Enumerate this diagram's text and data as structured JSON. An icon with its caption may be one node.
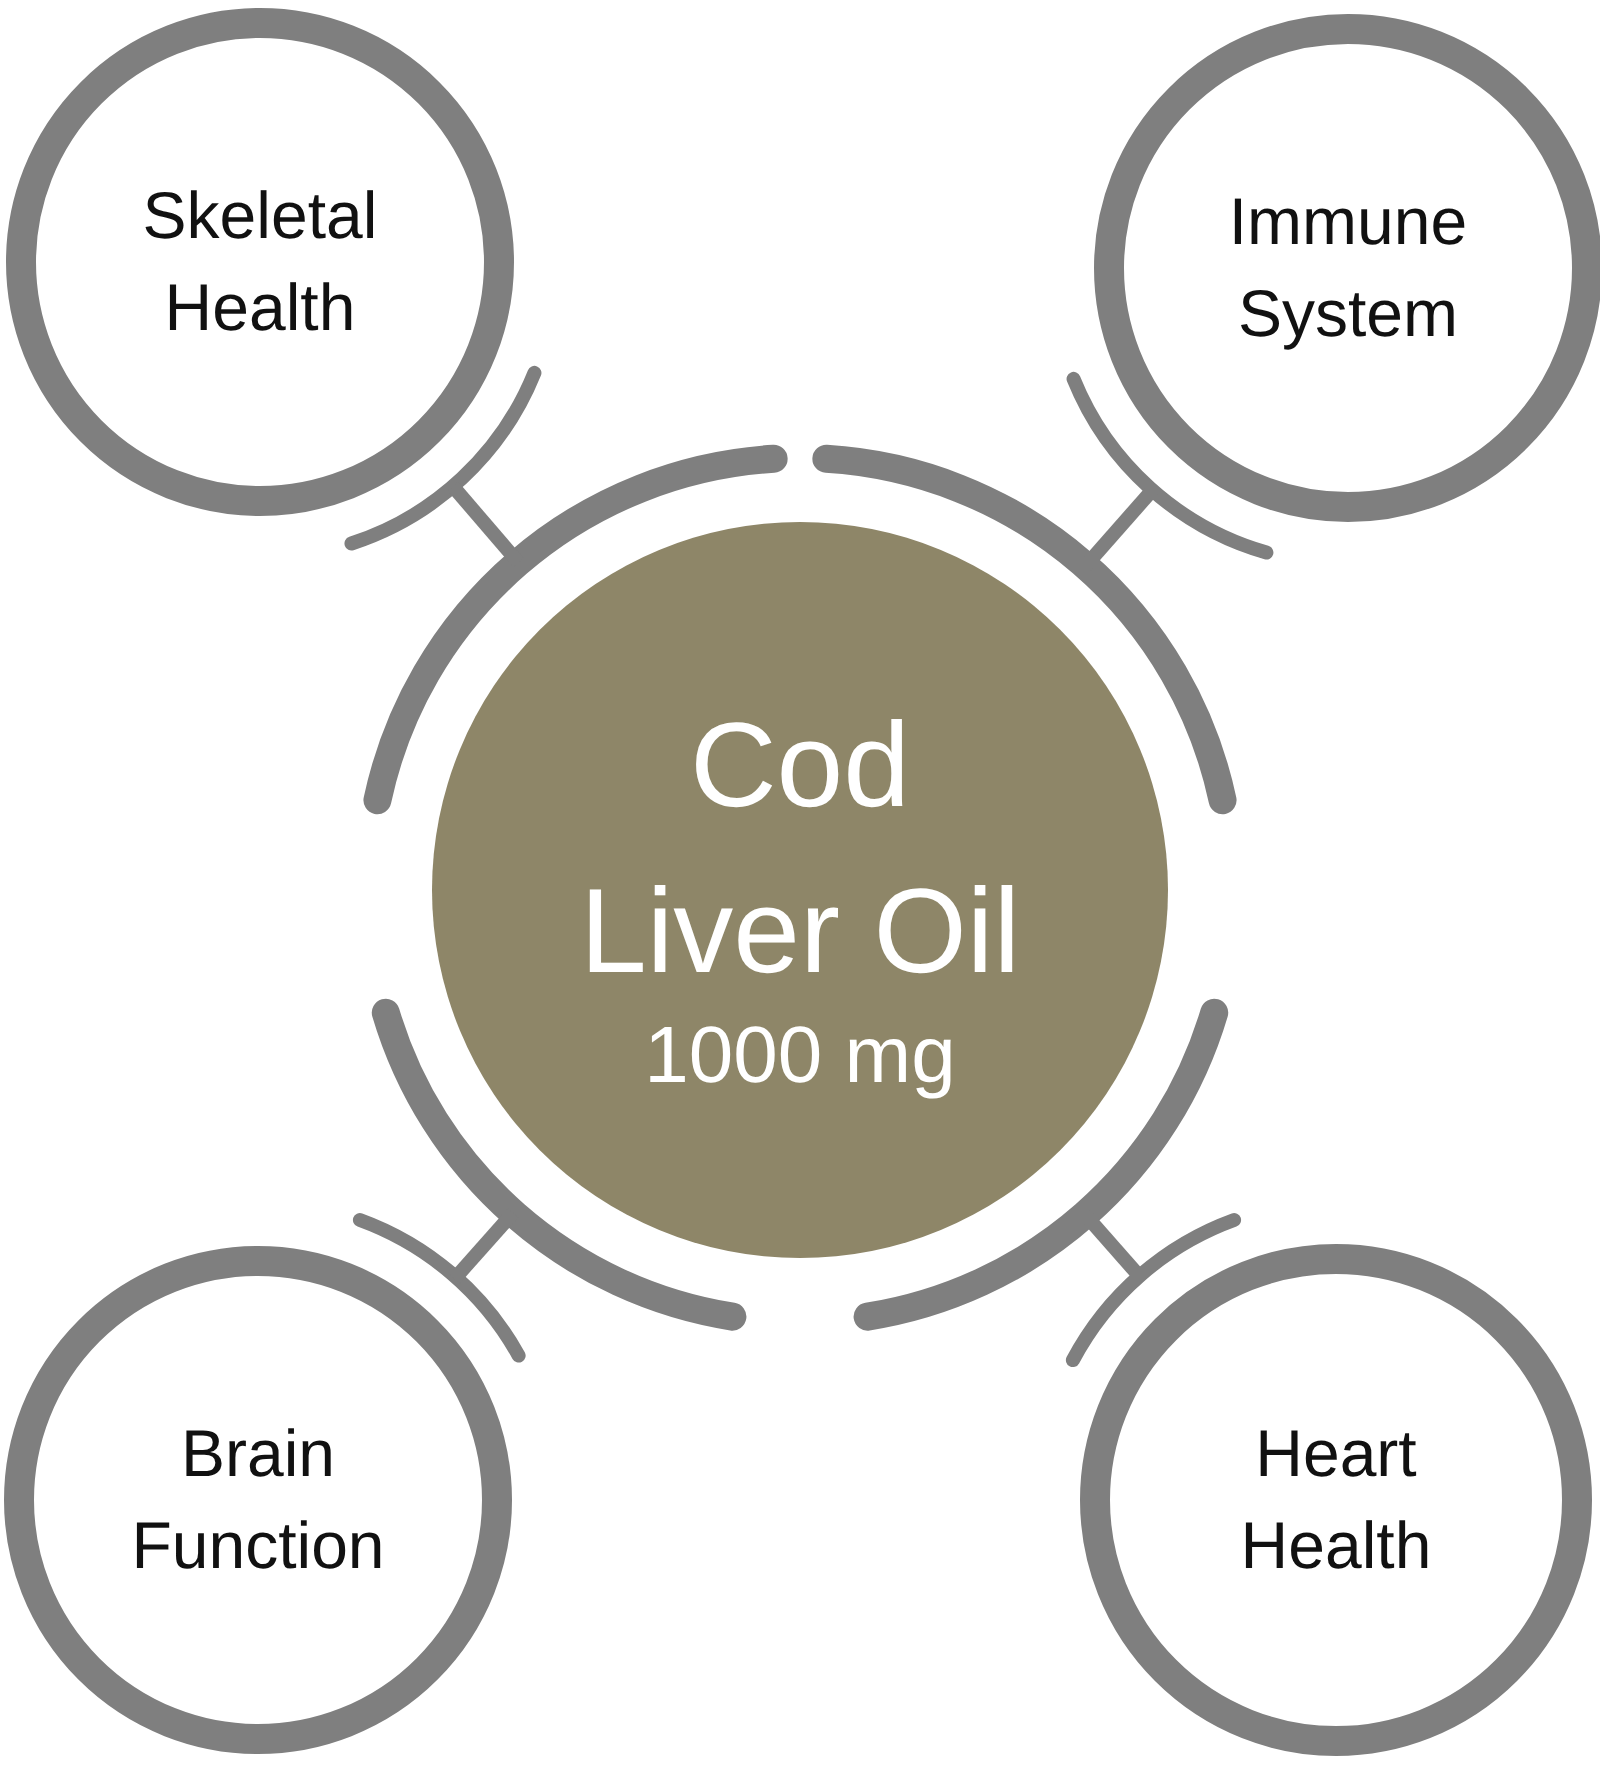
{
  "diagram": {
    "nodes": [
      {
        "text": [
          "Skeletal Health"
        ]
      },
      {
        "text": [
          "Immune System"
        ]
      },
      {
        "text": [
          "Cod Liver Oil",
          "1000 mg"
        ]
      },
      {
        "text": [
          "Brain Function"
        ]
      },
      {
        "text": [
          "Heart Health"
        ]
      }
    ],
    "edges": [
      {
        "from": 2,
        "to": 0,
        "arrow": "none"
      },
      {
        "from": 2,
        "to": 1,
        "arrow": "none"
      },
      {
        "from": 2,
        "to": 3,
        "arrow": "none"
      },
      {
        "from": 2,
        "to": 4,
        "arrow": "none"
      }
    ]
  }
}
